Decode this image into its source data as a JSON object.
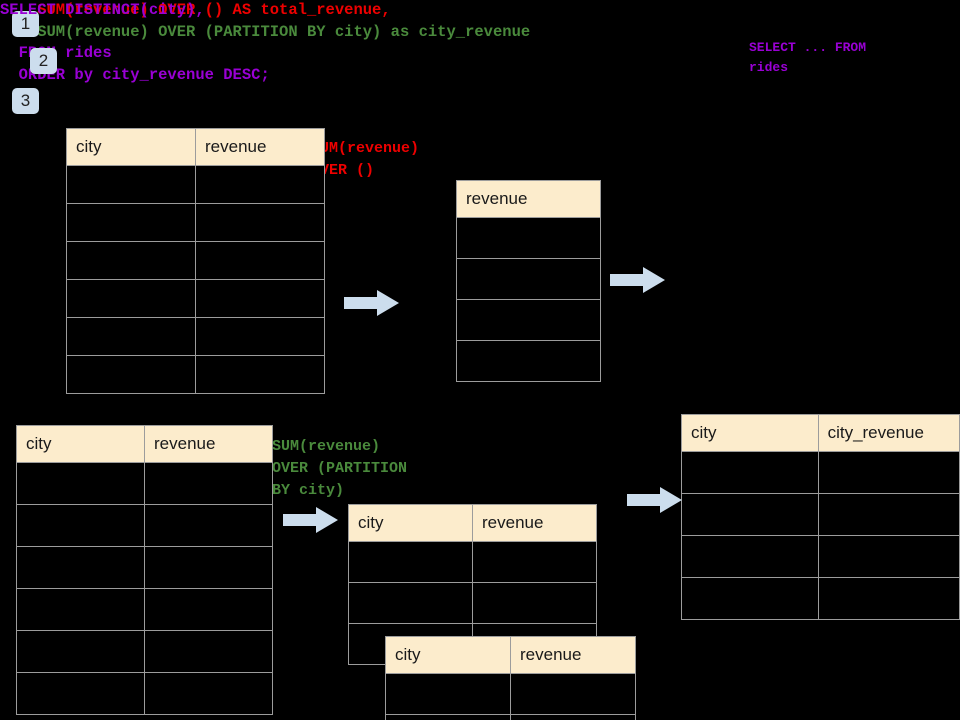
{
  "badges": [
    {
      "name": "step-1",
      "label": "1"
    },
    {
      "name": "step-2",
      "label": "2"
    },
    {
      "name": "step-3",
      "label": "3"
    }
  ],
  "sql": {
    "line1": "SELECT DISTINCT(city),",
    "line2": "    SUM(revenue) OVER () AS total_revenue,",
    "line3": "    SUM(revenue) OVER (PARTITION BY city) as city_revenue",
    "line4": "  FROM rides",
    "line5": "  ORDER by city_revenue DESC;",
    "note": "SELECT ... FROM\nrides"
  },
  "annotations": {
    "total_revenue": "SUM(revenue)\nOVER ()",
    "city_revenue": "SUM(revenue)\nOVER (PARTITION\nBY city)"
  },
  "tables": {
    "rides_source_top": {
      "title": "rides-source-top",
      "columns": [
        "city",
        "revenue"
      ],
      "row_count": 6,
      "rows": [
        [
          "",
          ""
        ],
        [
          "",
          ""
        ],
        [
          "",
          ""
        ],
        [
          "",
          ""
        ],
        [
          "",
          ""
        ],
        [
          "",
          ""
        ]
      ]
    },
    "total_revenue": {
      "title": "total-revenue",
      "columns": [
        "revenue"
      ],
      "row_count": 4,
      "rows": [
        [
          ""
        ],
        [
          ""
        ],
        [
          ""
        ],
        [
          ""
        ]
      ]
    },
    "rides_source_bottom": {
      "title": "rides-source-bottom",
      "columns": [
        "city",
        "revenue"
      ],
      "row_count": 6,
      "rows": [
        [
          "",
          ""
        ],
        [
          "",
          ""
        ],
        [
          "",
          ""
        ],
        [
          "",
          ""
        ],
        [
          "",
          ""
        ],
        [
          "",
          ""
        ]
      ]
    },
    "partition_a": {
      "title": "partition-group-a",
      "columns": [
        "city",
        "revenue"
      ],
      "row_count": 3,
      "rows": [
        [
          "",
          ""
        ],
        [
          "",
          ""
        ],
        [
          "",
          ""
        ]
      ]
    },
    "partition_b": {
      "title": "partition-group-b",
      "columns": [
        "city",
        "revenue"
      ],
      "row_count": 2,
      "rows": [
        [
          "",
          ""
        ],
        [
          "",
          ""
        ]
      ]
    },
    "result": {
      "title": "final-result",
      "columns": [
        "city",
        "city_revenue"
      ],
      "row_count": 4,
      "rows": [
        [
          "",
          ""
        ],
        [
          "",
          ""
        ],
        [
          "",
          ""
        ],
        [
          "",
          ""
        ]
      ]
    }
  },
  "arrows": [
    {
      "name": "arrow-source-to-total"
    },
    {
      "name": "arrow-total-to-result"
    },
    {
      "name": "arrow-source-to-partition"
    },
    {
      "name": "arrow-partition-to-result"
    }
  ],
  "colors": {
    "background": "#000000",
    "header_fill": "#fceccc",
    "border": "#9c9c9c",
    "badge_fill": "#ccdded",
    "keyword_purple": "#9900d4",
    "total_red": "#ee0000",
    "partition_green": "#4a8a3c",
    "arrow_fill": "#ccdded"
  }
}
